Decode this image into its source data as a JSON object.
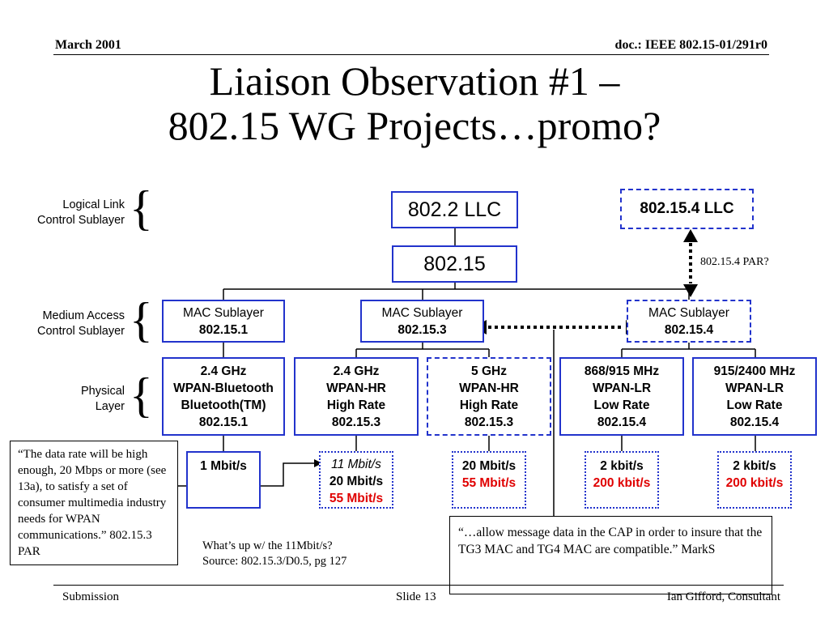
{
  "header": {
    "date": "March 2001",
    "doc": "doc.: IEEE 802.15-01/291r0"
  },
  "title": {
    "line1": "Liaison Observation #1 –",
    "line2": "802.15 WG Projects…promo?"
  },
  "layers": {
    "llc": {
      "line1": "Logical Link",
      "line2": "Control Sublayer"
    },
    "mac": {
      "line1": "Medium Access",
      "line2": "Control Sublayer"
    },
    "phy": {
      "line1": "Physical",
      "line2": "Layer"
    }
  },
  "boxes": {
    "llc": "802.2 LLC",
    "llc4": "802.15.4 LLC",
    "wg": "802.15",
    "par4": "802.15.4 PAR?",
    "mac1": {
      "l1": "MAC Sublayer",
      "l2": "802.15.1"
    },
    "mac3": {
      "l1": "MAC Sublayer",
      "l2": "802.15.3"
    },
    "mac4": {
      "l1": "MAC Sublayer",
      "l2": "802.15.4"
    },
    "phy1": {
      "l1": "2.4 GHz",
      "l2": "WPAN-Bluetooth",
      "l3": "Bluetooth(TM)",
      "l4": "802.15.1"
    },
    "phy2": {
      "l1": "2.4 GHz",
      "l2": "WPAN-HR",
      "l3": "High Rate",
      "l4": "802.15.3"
    },
    "phy3": {
      "l1": "5 GHz",
      "l2": "WPAN-HR",
      "l3": "High Rate",
      "l4": "802.15.3"
    },
    "phy4": {
      "l1": "868/915 MHz",
      "l2": "WPAN-LR",
      "l3": "Low Rate",
      "l4": "802.15.4"
    },
    "phy5": {
      "l1": "915/2400 MHz",
      "l2": "WPAN-LR",
      "l3": "Low Rate",
      "l4": "802.15.4"
    },
    "rate1": {
      "l1": "1 Mbit/s"
    },
    "rate2": {
      "l1": "11 Mbit/s",
      "l2": "20 Mbit/s",
      "l3": "55 Mbit/s"
    },
    "rate3": {
      "l1": "20 Mbit/s",
      "l2": "55 Mbit/s"
    },
    "rate4": {
      "l1": "2 kbit/s",
      "l2": "200 kbit/s"
    },
    "rate5": {
      "l1": "2 kbit/s",
      "l2": "200 kbit/s"
    }
  },
  "notes": {
    "par_quote": "“The data rate will be high enough, 20 Mbps or more (see 13a), to satisfy a set of consumer multimedia industry needs for WPAN communications.” 802.15.3 PAR",
    "whats_up_l1": "What’s up w/ the 11Mbit/s?",
    "whats_up_l2": "Source: 802.15.3/D0.5, pg 127",
    "marks": "“…allow  message data in the CAP in order to insure that the TG3 MAC and TG4 MAC are compatible.” MarkS"
  },
  "footer": {
    "left": "Submission",
    "center": "Slide 13",
    "right": "Ian Gifford, Consultant"
  },
  "colors": {
    "box_border": "#2233cc",
    "highlight": "#e00000"
  }
}
